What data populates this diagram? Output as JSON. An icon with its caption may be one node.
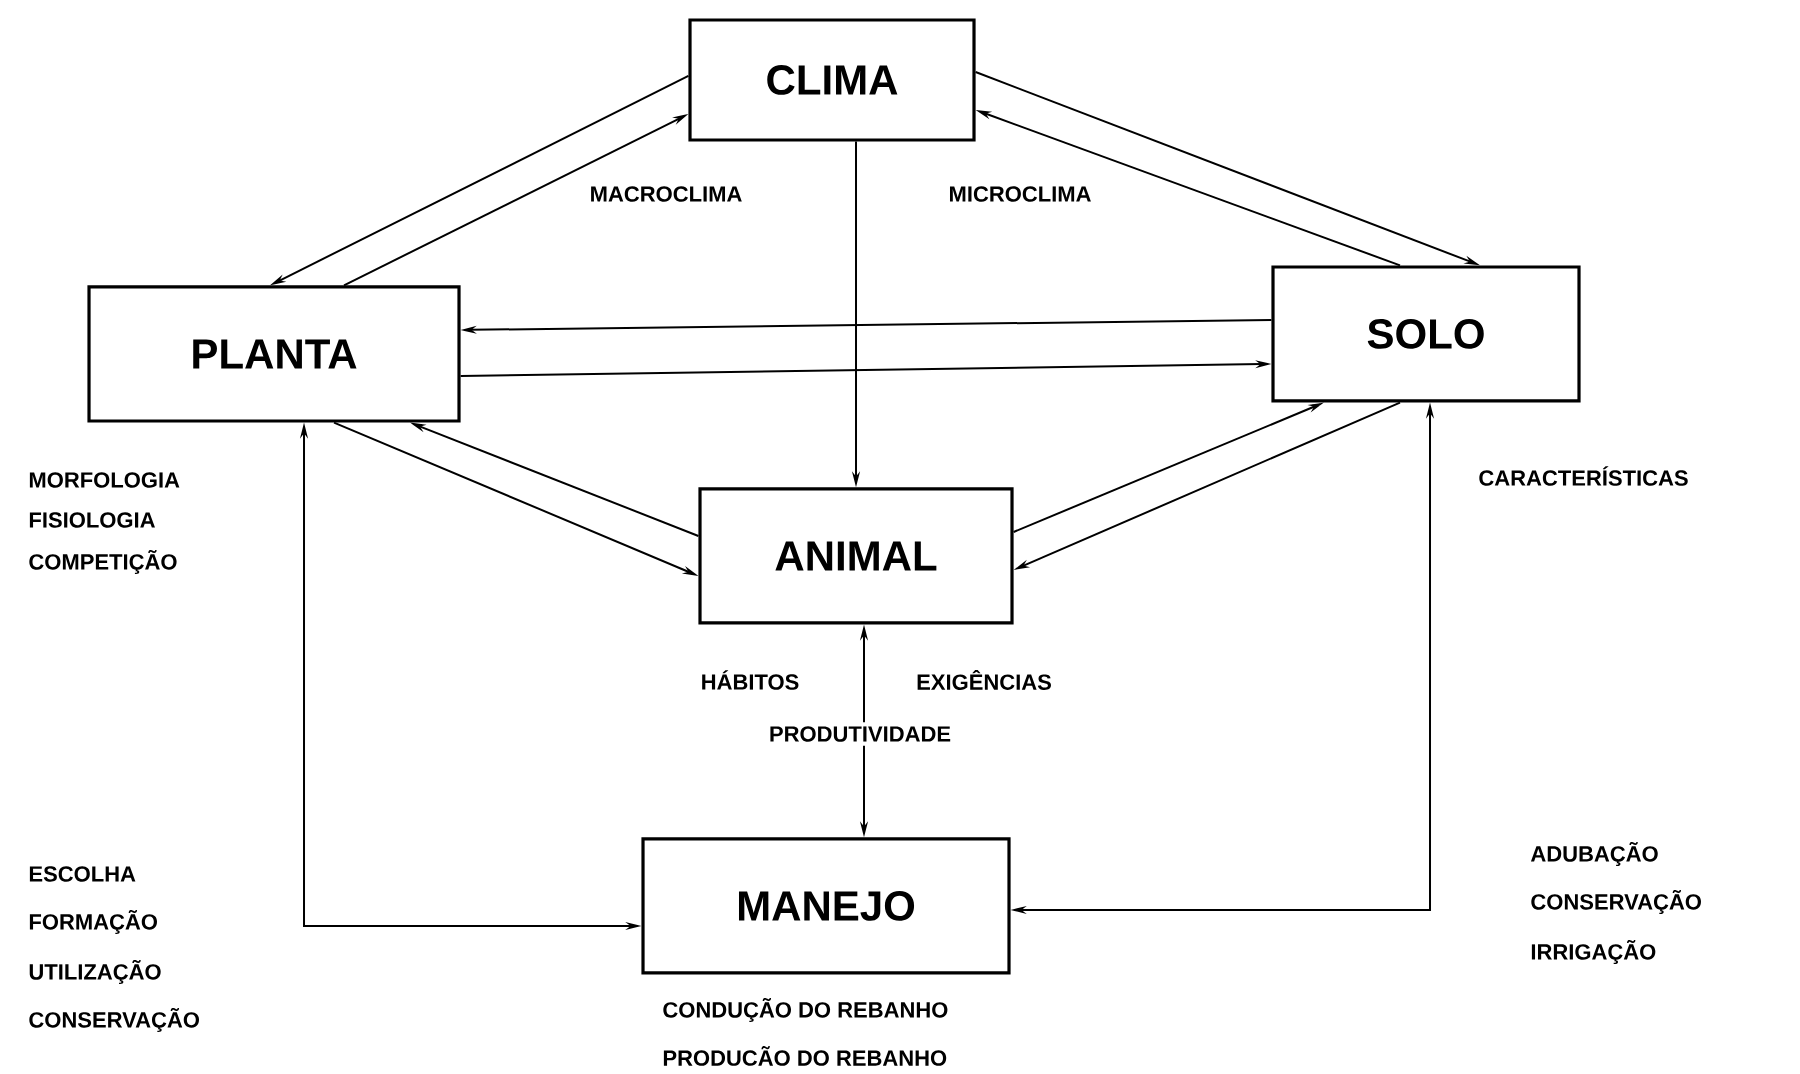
{
  "diagram": {
    "nodes": [
      {
        "text": [
          "CLIMA"
        ]
      },
      {
        "text": [
          "PLANTA"
        ]
      },
      {
        "text": [
          "SOLO"
        ]
      },
      {
        "text": [
          "ANIMAL"
        ]
      },
      {
        "text": [
          "MANEJO"
        ],
        "beside": [
          "CONDUÇÃO DO REBANHO",
          "PRODUCÃO DO REBANHO"
        ]
      }
    ],
    "edges": [
      {
        "from": 0,
        "to": 1,
        "arrow": "to"
      },
      {
        "from": 1,
        "to": 0,
        "arrow": "to"
      },
      {
        "from": 0,
        "to": 2,
        "arrow": "to"
      },
      {
        "from": 2,
        "to": 0,
        "arrow": "to"
      },
      {
        "from": 2,
        "to": 1,
        "arrow": "to"
      },
      {
        "from": 1,
        "to": 2,
        "arrow": "to"
      },
      {
        "from": 0,
        "to": 3,
        "arrow": "to"
      },
      {
        "from": 1,
        "to": 3,
        "arrow": "to"
      },
      {
        "from": 3,
        "to": 1,
        "arrow": "to"
      },
      {
        "from": 3,
        "to": 2,
        "arrow": "to"
      },
      {
        "from": 2,
        "to": 3,
        "arrow": "to"
      },
      {
        "from": 3,
        "to": 4,
        "arrow": "both"
      },
      {
        "from": 1,
        "to": 4,
        "arrow": "both"
      },
      {
        "from": 2,
        "to": 4,
        "arrow": "both"
      }
    ],
    "labels": [
      "MACROCLIMA",
      "MICROCLIMA",
      "MORFOLOGIA",
      "FISIOLOGIA",
      "COMPETIÇÃO",
      "CARACTERÍSTICAS",
      "HÁBITOS",
      "EXIGÊNCIAS",
      "PRODUTIVIDADE",
      "ESCOLHA",
      "FORMAÇÃO",
      "UTILIZAÇÃO",
      "CONSERVAÇÃO",
      "ADUBAÇÃO",
      "CONSERVAÇÃO",
      "IRRIGAÇÃO"
    ]
  }
}
